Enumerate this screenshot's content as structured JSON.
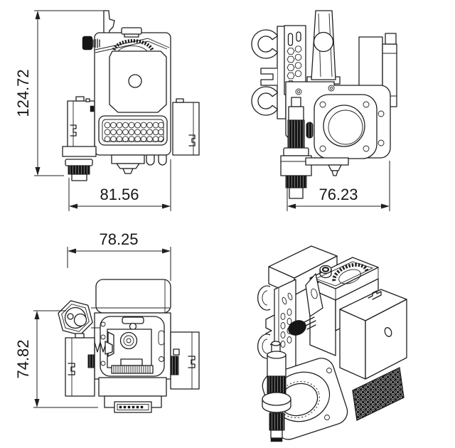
{
  "drawing": {
    "type": "technical-orthographic-drawing",
    "subject": "3d-printer-extruder-assembly",
    "background": "#ffffff",
    "line_color": "#1f1f1f",
    "views": {
      "front": {
        "label": "front-view",
        "dims": {
          "height": "124.72",
          "width": "81.56"
        }
      },
      "side": {
        "label": "side-view",
        "dims": {
          "width": "76.23"
        }
      },
      "top": {
        "label": "top-view",
        "dims": {
          "width": "78.25",
          "depth": "74.82"
        }
      },
      "isometric": {
        "label": "isometric-view"
      }
    }
  }
}
